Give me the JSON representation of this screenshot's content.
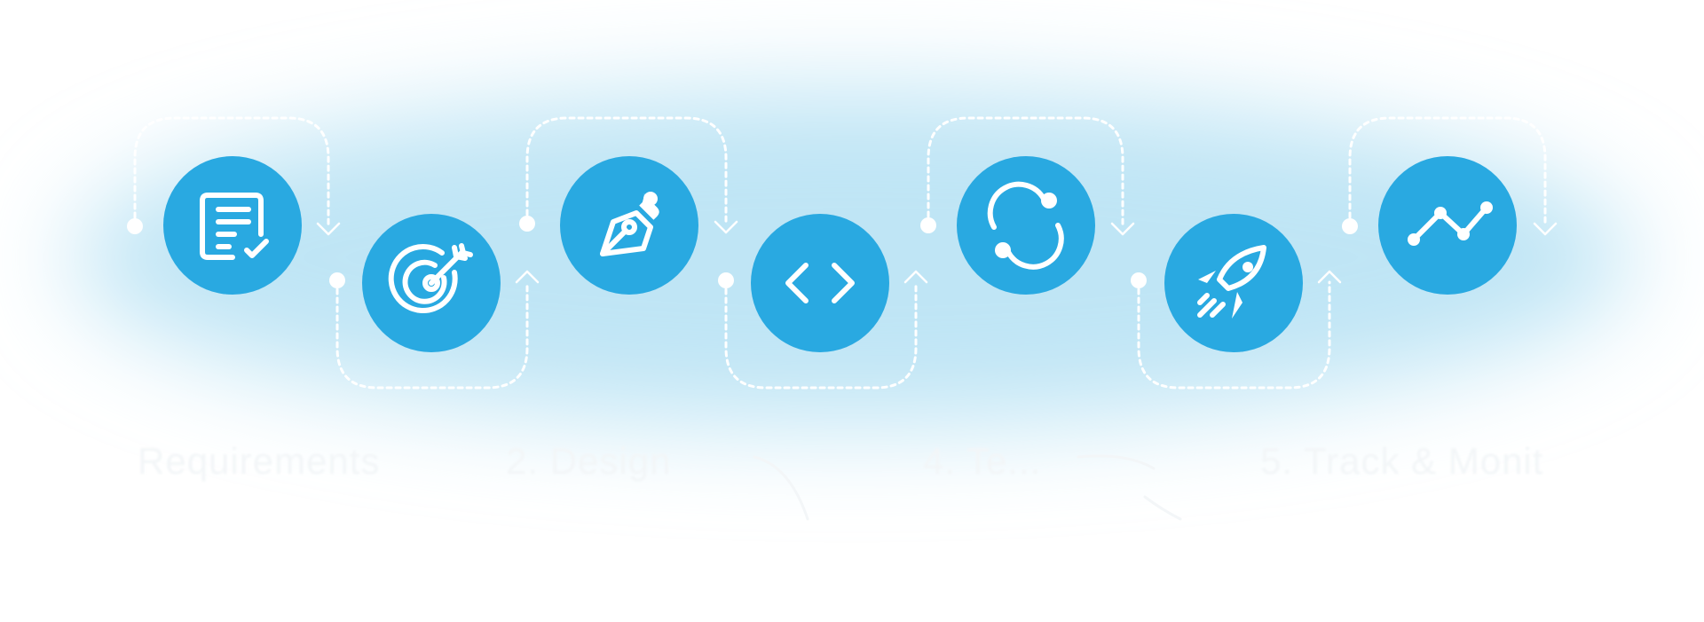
{
  "colors": {
    "accent": "#29a9e1",
    "glow": "#bfe5f5",
    "foreground": "#ffffff"
  },
  "steps": [
    {
      "icon": "checklist-icon",
      "label": "Requirements"
    },
    {
      "icon": "target-icon",
      "label": "2. Design"
    },
    {
      "icon": "pen-tool-icon",
      "label": ""
    },
    {
      "icon": "code-icon",
      "label": "4. Te..."
    },
    {
      "icon": "refresh-icon",
      "label": ""
    },
    {
      "icon": "rocket-icon",
      "label": "5. Track & Monit"
    },
    {
      "icon": "line-chart-icon",
      "label": ""
    }
  ]
}
